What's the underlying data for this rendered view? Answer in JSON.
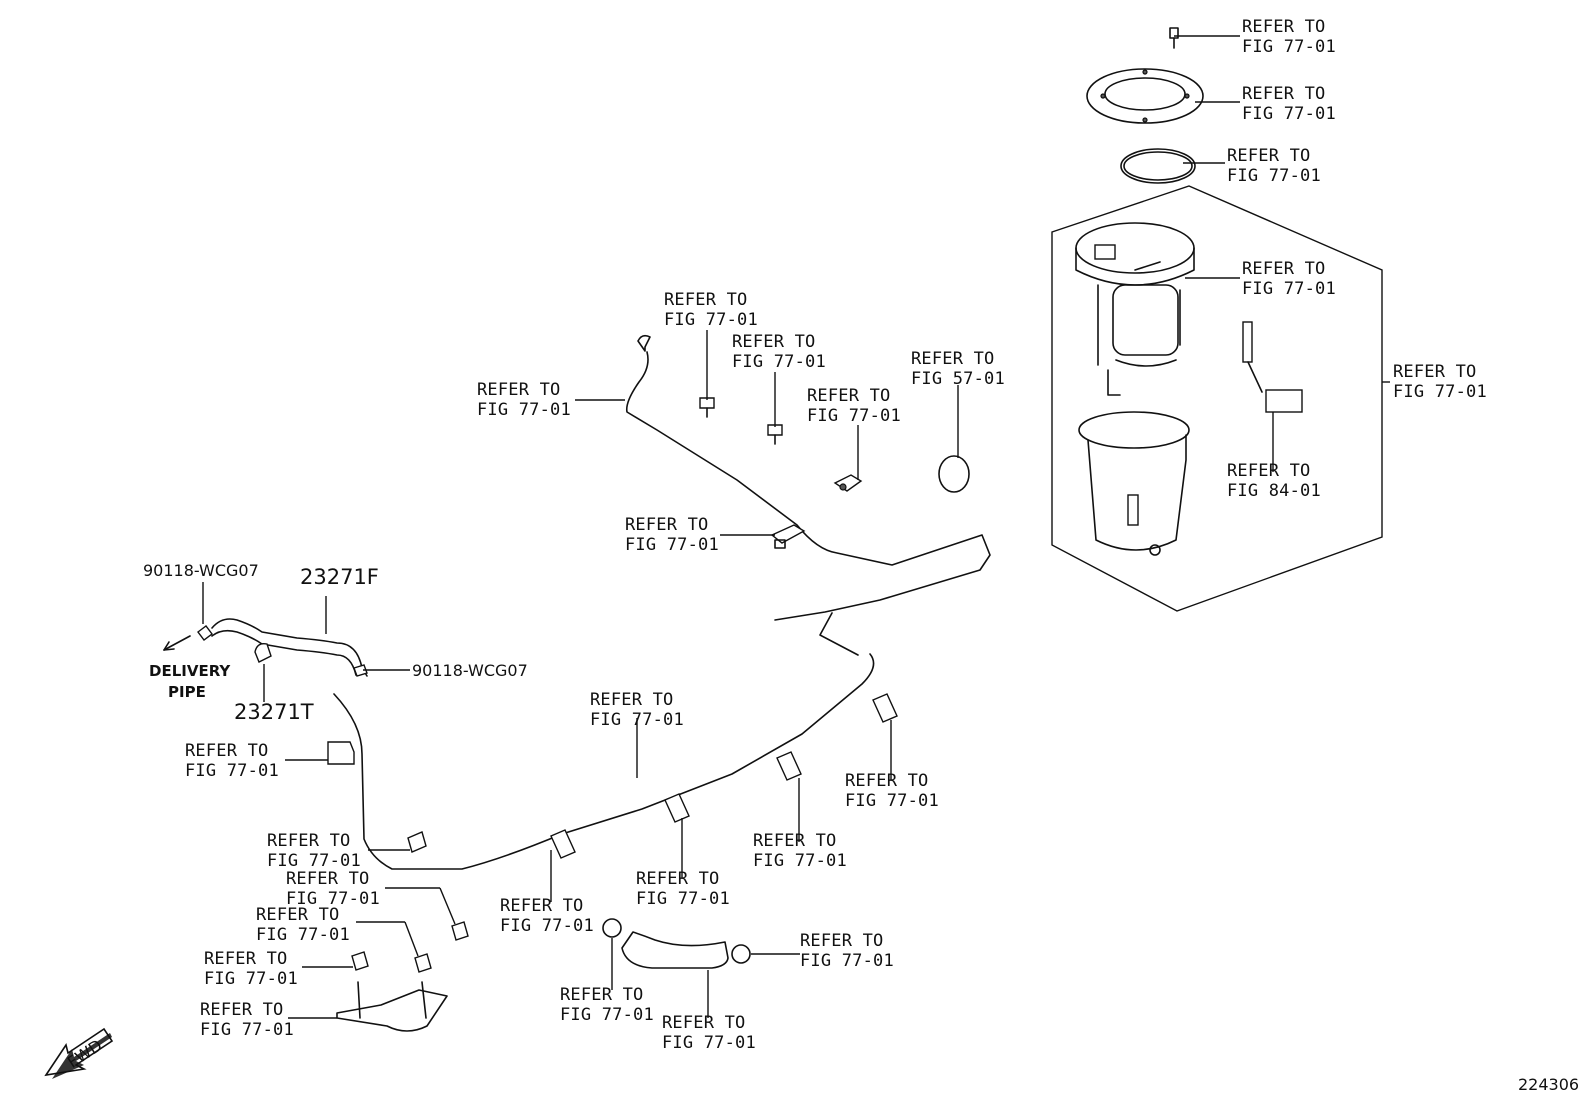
{
  "refer": {
    "line1": "REFER TO",
    "fig_77_01": "FIG 77-01",
    "fig_57_01": "FIG 57-01",
    "fig_84_01": "FIG 84-01"
  },
  "parts": {
    "hose_23271F": "23271F",
    "clip_23271T": "23271T",
    "clamp_90118": "90118-WCG07"
  },
  "notes": {
    "delivery_line1": "DELIVERY",
    "delivery_line2": "PIPE",
    "fwd": "FWD",
    "illustration_no": "224306"
  }
}
